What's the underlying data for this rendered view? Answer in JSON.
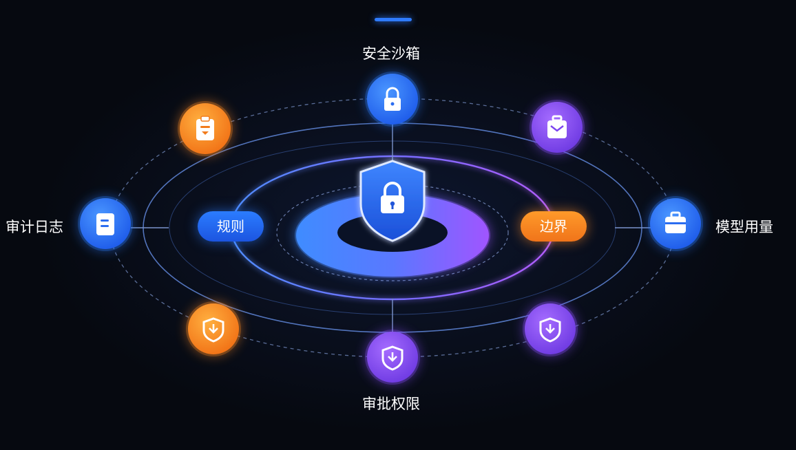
{
  "nodes": {
    "top": {
      "label": "安全沙箱",
      "icon": "lock-icon"
    },
    "left": {
      "label": "审计日志",
      "icon": "document-icon"
    },
    "right": {
      "label": "模型用量",
      "icon": "briefcase-icon"
    },
    "bottom": {
      "label": "审批权限",
      "icon": "shield-download-icon"
    },
    "top_left": {
      "icon": "clipboard-icon"
    },
    "top_right": {
      "icon": "archive-box-icon"
    },
    "bottom_left": {
      "icon": "shield-download-icon"
    },
    "bottom_right": {
      "icon": "shield-download-icon"
    }
  },
  "pills": {
    "left": {
      "label": "规则"
    },
    "right": {
      "label": "边界"
    }
  },
  "center": {
    "icon": "shield-lock-icon"
  },
  "colors": {
    "blue": "#2b7cff",
    "orange": "#ff8a22",
    "purple": "#8a4dff",
    "background": "#070a12"
  }
}
